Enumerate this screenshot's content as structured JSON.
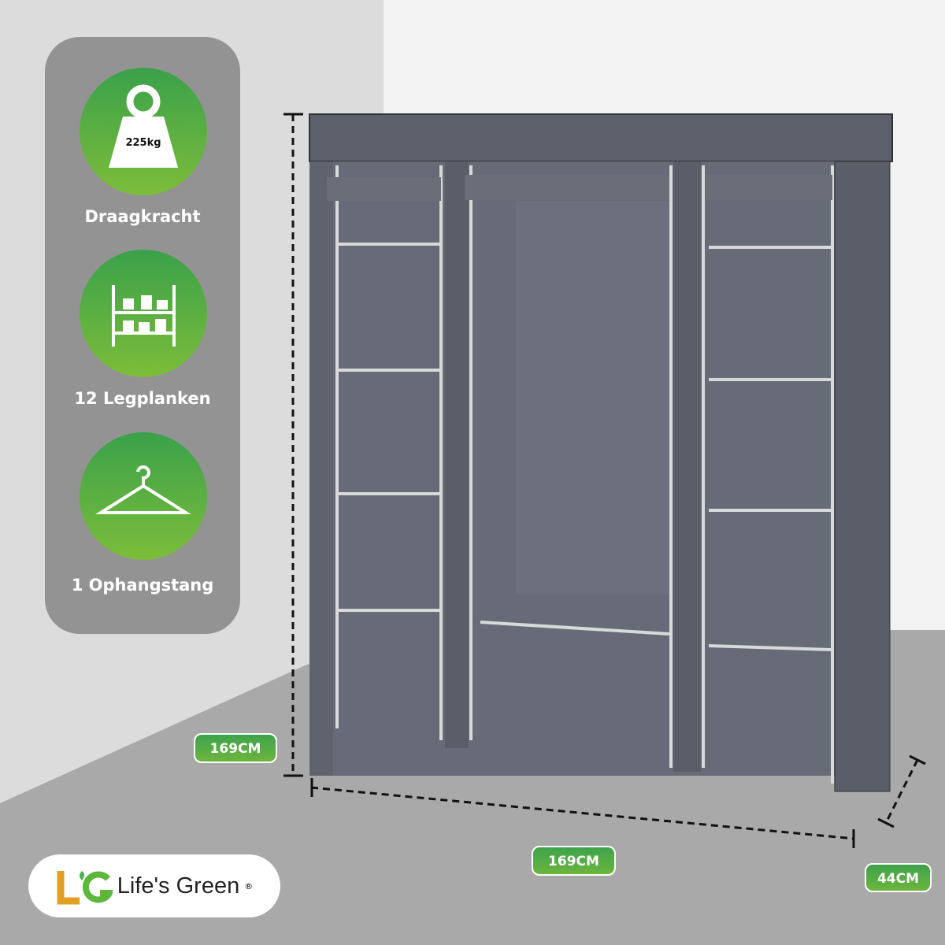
{
  "features": [
    {
      "label": "Draagkracht",
      "icon": "weight-icon",
      "value": "225kg"
    },
    {
      "label": "12 Legplanken",
      "icon": "shelves-icon"
    },
    {
      "label": "1 Ophangstang",
      "icon": "hanger-icon"
    }
  ],
  "dimensions": {
    "height": "169CM",
    "width": "169CM",
    "depth": "44CM"
  },
  "brand": {
    "name": "Life's Green",
    "mark": "LG",
    "registered": "®"
  },
  "colors": {
    "green": "#3aa14a",
    "panel": "#939393",
    "fabric": "#5f636e"
  }
}
